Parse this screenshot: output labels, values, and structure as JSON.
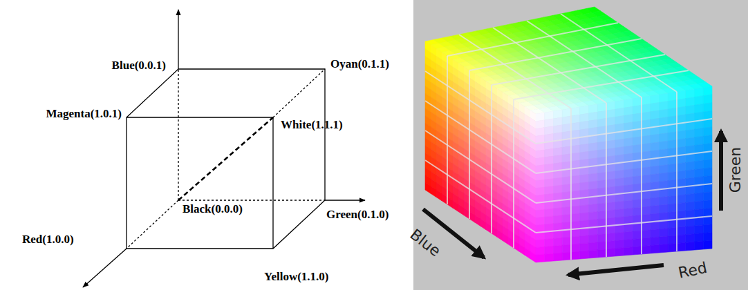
{
  "diagram": {
    "labels": [
      "Blue(0.0.1)",
      "Oyan(0.1.1)",
      "Magenta(1.0.1)",
      "White(1.1.1)",
      "Black(0.0.0)",
      "Green(0.1.0)",
      "Red(1.0.0)",
      "Yellow(1.1.0)",
      "Blue",
      "Red",
      "Green"
    ]
  }
}
